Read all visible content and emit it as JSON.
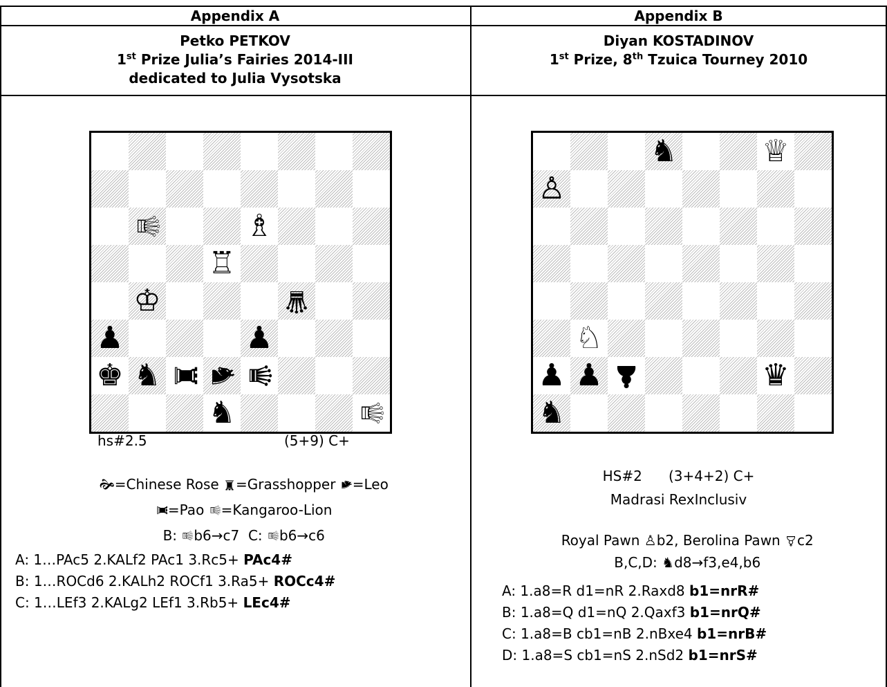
{
  "left": {
    "appendix": "Appendix A",
    "author": "Petko PETKOV",
    "prize_num": "1",
    "prize_sup": "st",
    "prize_rest": " Prize Julia’s Fairies 2014-III",
    "dedication": "dedicated to Julia Vysotska",
    "stipulation": "hs#2.5",
    "count": "(5+9) C+",
    "legend1": {
      "g1": "🙞",
      "t1": "=Chinese Rose ",
      "g2": "♜",
      "t2": "=Grasshopper ",
      "g3": "♞",
      "t3": "=Leo"
    },
    "legend2": {
      "g1": "♜",
      "t1": "=Pao ",
      "g2": "♕",
      "t2": "=Kangaroo-Lion"
    },
    "twins": {
      "b": "B: ",
      "b_sq": "b6→c7",
      "c": "  C: ",
      "c_sq": "b6→c6"
    },
    "solutions": [
      {
        "text": "A: 1…PAc5 2.KALf2 PAc1 3.Rc5+ ",
        "bold": "PAc4#"
      },
      {
        "text": "B: 1…ROCd6 2.KALh2 ROCf1 3.Ra5+ ",
        "bold": "ROCc4#"
      },
      {
        "text": "C: 1…LEf3 2.KALg2 LEf1 3.Rb5+ ",
        "bold": "LEc4#"
      }
    ],
    "pieces": [
      {
        "sq": "b6",
        "glyph": "♕",
        "note": "white kangaroo-lion (rotated queen)",
        "rot": "rotl"
      },
      {
        "sq": "e6",
        "glyph": "♗"
      },
      {
        "sq": "d5",
        "glyph": "♖"
      },
      {
        "sq": "b4",
        "glyph": "♔"
      },
      {
        "sq": "f4",
        "glyph": "♛",
        "rot": "rot"
      },
      {
        "sq": "a3",
        "glyph": "♟"
      },
      {
        "sq": "e3",
        "glyph": "♟"
      },
      {
        "sq": "a2",
        "glyph": "♚"
      },
      {
        "sq": "b2",
        "glyph": "♞"
      },
      {
        "sq": "c2",
        "glyph": "♜",
        "rot": "rotl"
      },
      {
        "sq": "d2",
        "glyph": "♞",
        "rot": "rotl"
      },
      {
        "sq": "e2",
        "glyph": "♛",
        "rot": "rotl"
      },
      {
        "sq": "d1",
        "glyph": "♞"
      },
      {
        "sq": "h1",
        "glyph": "♕",
        "rot": "rotl"
      }
    ]
  },
  "right": {
    "appendix": "Appendix B",
    "author": "Diyan KOSTADINOV",
    "prize_num": "1",
    "prize_sup": "st",
    "prize_mid": " Prize, 8",
    "prize_sup2": "th",
    "prize_rest": " Tzuica Tourney 2010",
    "stipulation": "HS#2",
    "count": "(3+4+2) C+",
    "conditions": "Madrasi RexInclusiv",
    "line3": {
      "t1": "Royal Pawn ",
      "g1": "♙",
      "s1": "b2, Berolina Pawn ",
      "g2": "♙",
      "s2": "c2"
    },
    "line4": {
      "t1": "B,C,D: ",
      "g1": "♞",
      "s1": "d8→f3,e4,b6"
    },
    "solutions": [
      {
        "text": "A: 1.a8=R d1=nR 2.Raxd8 ",
        "bold": "b1=nrR#"
      },
      {
        "text": "B: 1.a8=Q d1=nQ 2.Qaxf3 ",
        "bold": "b1=nrQ#"
      },
      {
        "text": "C: 1.a8=B cb1=nB 2.nBxe4 ",
        "bold": "b1=nrB#"
      },
      {
        "text": "D: 1.a8=S cb1=nS 2.nSd2 ",
        "bold": "b1=nrS#"
      }
    ],
    "pieces": [
      {
        "sq": "d8",
        "glyph": "♞"
      },
      {
        "sq": "g8",
        "glyph": "♕"
      },
      {
        "sq": "a7",
        "glyph": "♙"
      },
      {
        "sq": "b3",
        "glyph": "♘"
      },
      {
        "sq": "a2",
        "glyph": "♟"
      },
      {
        "sq": "b2",
        "glyph": "♟"
      },
      {
        "sq": "c2",
        "glyph": "♟",
        "rot": "rot"
      },
      {
        "sq": "g2",
        "glyph": "♛"
      },
      {
        "sq": "a1",
        "glyph": "♞"
      }
    ]
  }
}
